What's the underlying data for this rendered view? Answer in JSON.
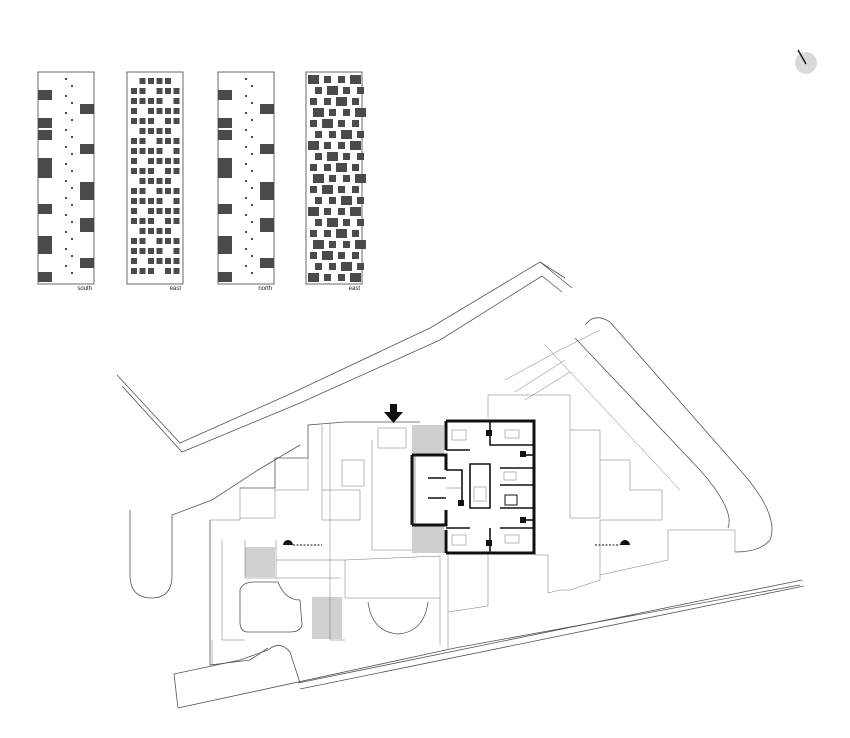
{
  "elevations": [
    {
      "id": "elev-south",
      "label": "south",
      "pattern": "sparse"
    },
    {
      "id": "elev-east-1",
      "label": "east",
      "pattern": "dense"
    },
    {
      "id": "elev-north",
      "label": "north",
      "pattern": "sparse"
    },
    {
      "id": "elev-east-2",
      "label": "east",
      "pattern": "checker"
    }
  ],
  "icons": {
    "north_arrow": "north-arrow-icon",
    "entrance_arrow": "entrance-arrow-icon",
    "section_markers": "section-marker-icon"
  },
  "colors": {
    "ink": "#111111",
    "window_fill": "#4a4a4a",
    "compass_fill": "#d9d9d9",
    "hatch": "#bbbbbb"
  }
}
